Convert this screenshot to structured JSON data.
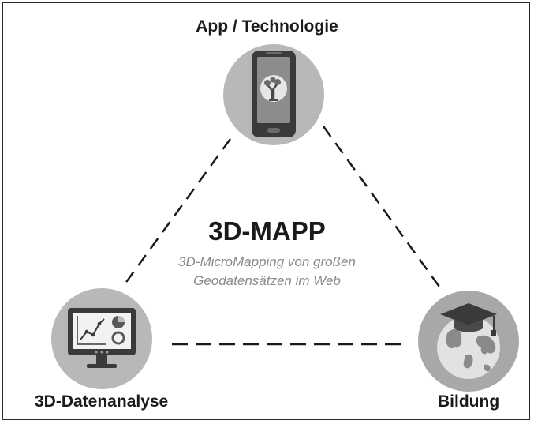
{
  "nodes": {
    "top": {
      "label": "App / Technologie",
      "icon": "smartphone-tree-icon"
    },
    "left": {
      "label": "3D-Datenanalyse",
      "icon": "monitor-chart-icon"
    },
    "right": {
      "label": "Bildung",
      "icon": "globe-graduation-cap-icon"
    }
  },
  "center": {
    "title": "3D-MAPP",
    "subtitle_line1": "3D-MicroMapping von großen",
    "subtitle_line2": "Geodatensätzen im Web"
  },
  "colors": {
    "circle_fill": "#b8b8b8",
    "icon_dark": "#3a3a3a",
    "text_dark": "#1a1a1a",
    "subtitle_gray": "#8a8a8a"
  }
}
